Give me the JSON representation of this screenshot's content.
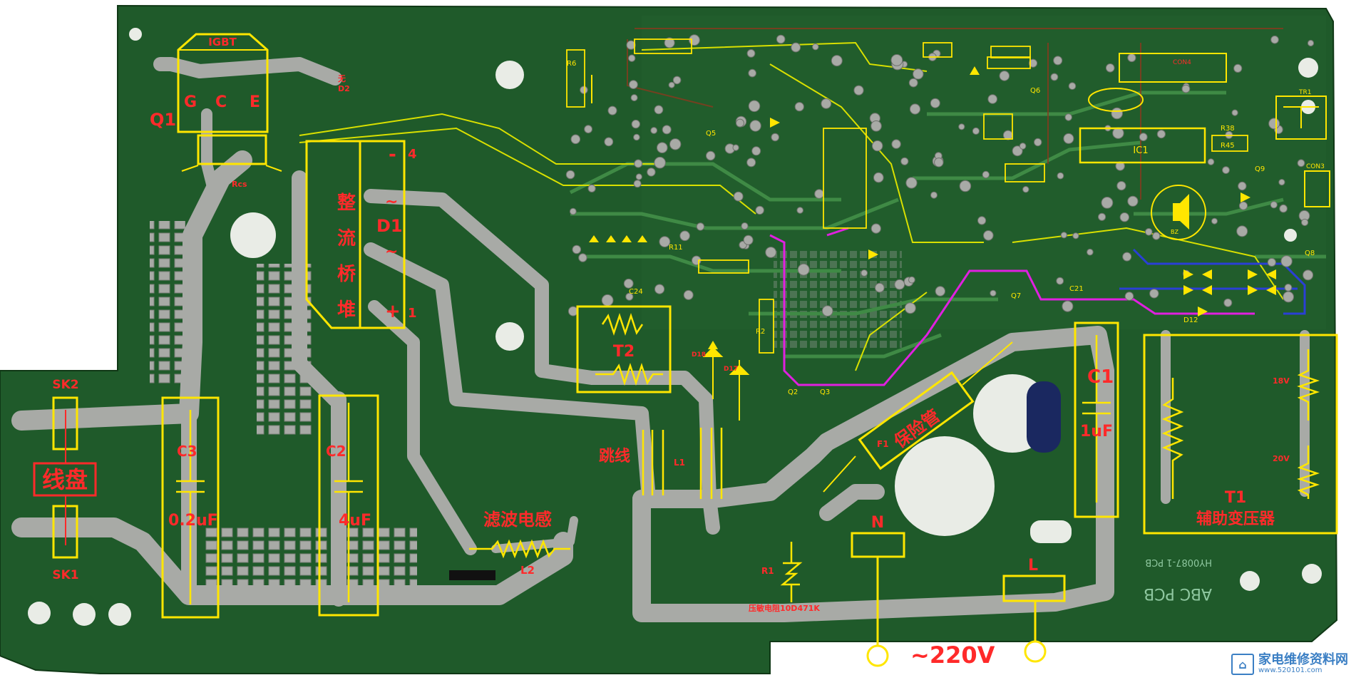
{
  "colors": {
    "board": "#1f5a2a",
    "board_light": "#2d7336",
    "silk_dark": "#17451f",
    "solder": "#a8aaa6",
    "solder_dark": "#7d807b",
    "annotation_yellow": "#ffe600",
    "annotation_red": "#ff2a2a",
    "annotation_magenta": "#e020e0",
    "annotation_blue": "#2a3fd6"
  },
  "components": {
    "igbt": {
      "box_label": "IGBT",
      "ref": "Q1",
      "pins": [
        "G",
        "C",
        "E"
      ]
    },
    "d2": {
      "line1": "无",
      "line2": "D2"
    },
    "bridge": {
      "ref": "D1",
      "chars": [
        "整",
        "流",
        "桥",
        "堆"
      ],
      "pin_top": "4",
      "pin_bottom": "1",
      "minus": "-",
      "plus": "+",
      "ac1": "~",
      "ac2": "~"
    },
    "rcs": {
      "label": "Rcs"
    },
    "sk2": "SK2",
    "sk1": "SK1",
    "coil": "线盘",
    "c3": {
      "ref": "C3",
      "value": "0.2uF"
    },
    "c2": {
      "ref": "C2",
      "value": "4uF"
    },
    "filter_inductor": {
      "label": "滤波电感",
      "ref": "L2"
    },
    "t2": "T2",
    "jumper": "跳线",
    "l1": "L1",
    "fuse": {
      "label": "保险管",
      "ref": "F1"
    },
    "c1": {
      "ref": "C1",
      "value": "1uF"
    },
    "t1": {
      "ref": "T1",
      "label": "辅助变压器",
      "v1": "18V",
      "v2": "20V"
    },
    "n_terminal": "N",
    "l_terminal": "L",
    "r1": {
      "ref": "R1",
      "label": "压敏电阻10D471K"
    },
    "mains": "~220V",
    "ic1": "IC1",
    "tr1": "TR1",
    "con4": "CON4",
    "con3": "CON3",
    "d18": "D18",
    "d17": "D17",
    "q2": "Q2",
    "q3": "Q3",
    "q5": "Q5",
    "q6": "Q6",
    "q7": "Q7",
    "q8": "Q8",
    "q9": "Q9",
    "d12": "D12",
    "r2": "R2",
    "c24": "C24",
    "c21": "C21",
    "r11": "R11",
    "r6": "R6",
    "r38": "R38",
    "r45": "R45",
    "bz": "BZ",
    "silk_pcb": "ABC PCB",
    "silk_model": "HY0087-1 PCB"
  },
  "watermark": {
    "title": "家电维修资料网",
    "url": "www.520101.com"
  }
}
